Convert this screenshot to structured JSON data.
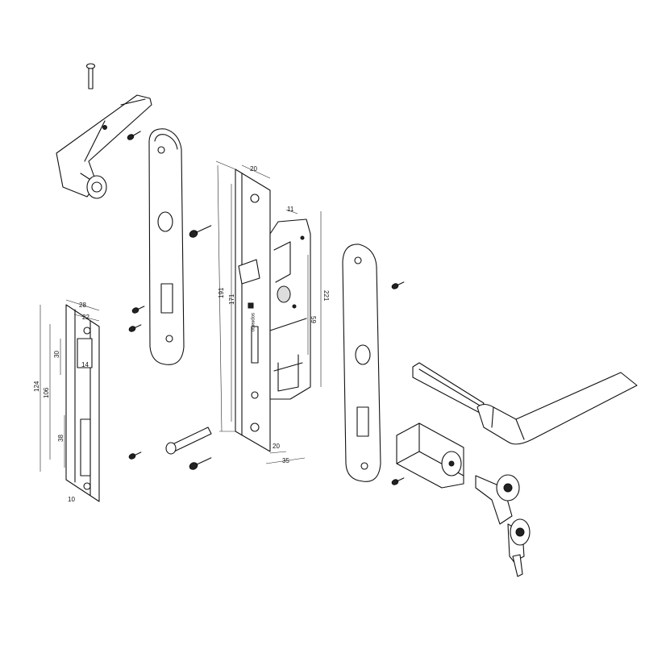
{
  "title": "Mortise lock exploded assembly",
  "brand_logo": "sopremo",
  "lock_body_dimensions": {
    "faceplate_width": "20",
    "backset_top": "11",
    "overall_height": "191",
    "screw_spacing": "171",
    "case_height": "221",
    "center_distance": "59",
    "faceplate_to_center": "20",
    "backset": "35"
  },
  "strike_plate_dimensions": {
    "width": "28",
    "inner_width": "22",
    "opening_height": "30",
    "opening_width": "14",
    "overall_height": "124",
    "screw_spacing": "106",
    "lower_opening_height": "38",
    "edge_offset": "10"
  }
}
